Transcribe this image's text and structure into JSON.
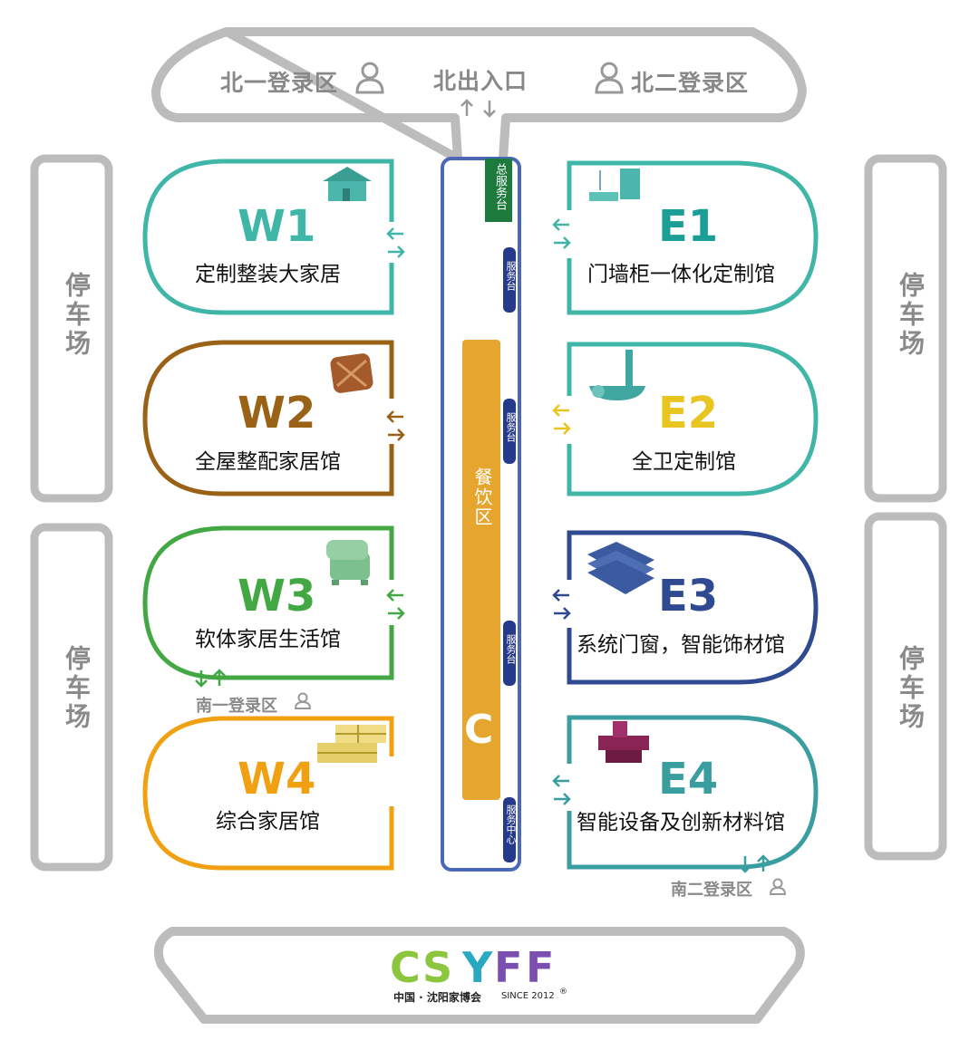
{
  "north": {
    "reg1": "北一登录区",
    "entrance": "北出入口",
    "reg2": "北二登录区"
  },
  "parking": {
    "label": "停车场"
  },
  "center": {
    "main_desk": "总服务台",
    "service_desk": "服务台",
    "service_center": "服务中心",
    "dining": "餐饮区",
    "code": "C"
  },
  "halls": {
    "w1": {
      "code": "W1",
      "name": "定制整装大家居",
      "color": "#3fb6a8"
    },
    "w2": {
      "code": "W2",
      "name": "全屋整配家居馆",
      "color": "#9a6216"
    },
    "w3": {
      "code": "W3",
      "name": "软体家居生活馆",
      "color": "#43a844"
    },
    "w4": {
      "code": "W4",
      "name": "综合家居馆",
      "color": "#f0a010"
    },
    "e1": {
      "code": "E1",
      "name": "门墙柜一体化定制馆",
      "color": "#1b9e95"
    },
    "e2": {
      "code": "E2",
      "name": "全卫定制馆",
      "color": "#e8c520"
    },
    "e3": {
      "code": "E3",
      "name": "系统门窗，智能饰材馆",
      "color": "#2f4a91"
    },
    "e4": {
      "code": "E4",
      "name": "智能设备及创新材料馆",
      "color": "#3a9ea0"
    }
  },
  "south": {
    "reg1": "南一登录区",
    "reg2": "南二登录区"
  },
  "logo": {
    "letters": "CSYFF",
    "caption": "中国 · 沈阳家博会",
    "since": "SINCE 2012",
    "registered": "®"
  },
  "colors": {
    "outline_gray": "#bcbcbc",
    "corridor_blue": "#4a68b6",
    "desk_navy": "#253a8a",
    "desk_green": "#1b7a3c",
    "dining_orange": "#e5a52e"
  },
  "icons": {
    "person": "person-icon",
    "arrows": "two-way-arrow-icon"
  }
}
